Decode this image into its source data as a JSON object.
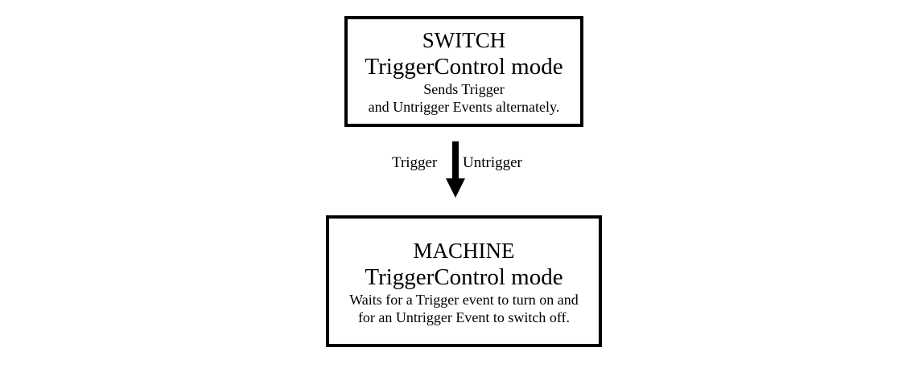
{
  "switch_node": {
    "title": "SWITCH",
    "subtitle": "TriggerControl mode",
    "desc_line1": "Sends Trigger",
    "desc_line2": "and Untrigger Events alternately."
  },
  "edge": {
    "label_left": "Trigger",
    "label_right": "Untrigger"
  },
  "machine_node": {
    "title": "MACHINE",
    "subtitle": "TriggerControl mode",
    "desc_line1": "Waits for a Trigger event to turn on and",
    "desc_line2": "for an Untrigger Event to switch off."
  },
  "colors": {
    "stroke": "#000000",
    "background": "#ffffff"
  }
}
